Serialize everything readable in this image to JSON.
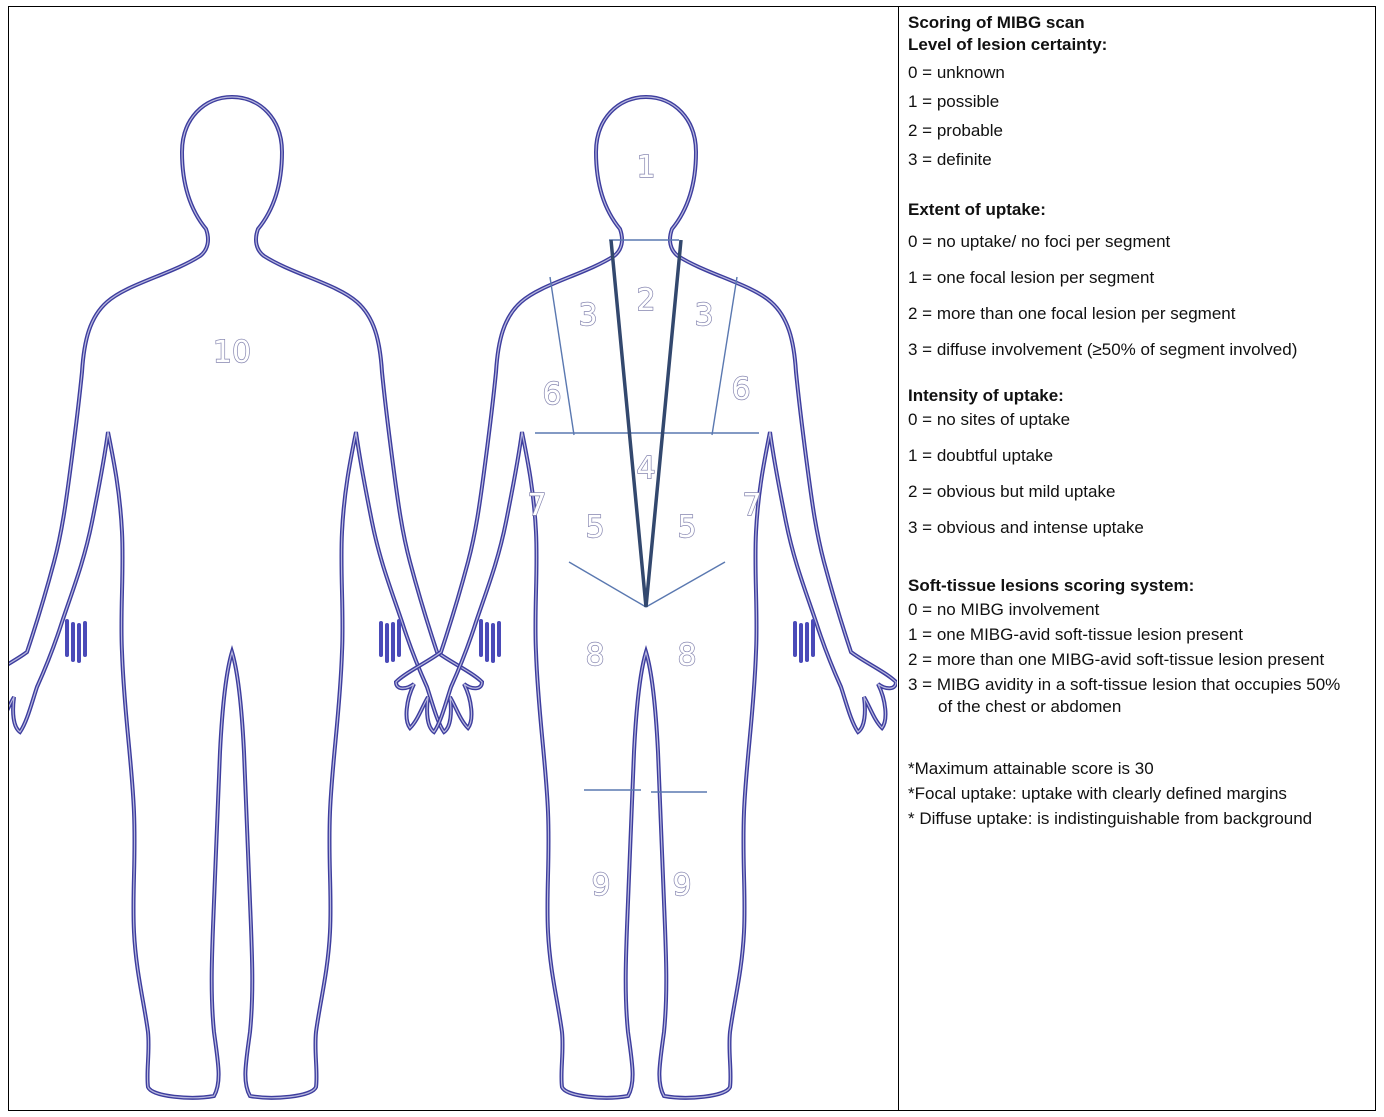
{
  "figure": {
    "front_label": "10",
    "back_labels": {
      "head": "1",
      "spine_upper": "2",
      "scapula_left": "3",
      "scapula_right": "3",
      "upper_arm_left": "6",
      "upper_arm_right": "6",
      "spine_lower": "4",
      "lower_arm_left": "7",
      "lower_arm_right": "7",
      "pelvis_left": "5",
      "pelvis_right": "5",
      "thigh_left": "8",
      "thigh_right": "8",
      "shin_left": "9",
      "shin_right": "9"
    },
    "colors": {
      "outline": "#3d3d9e",
      "segment_line": "#5a78b0",
      "spine": "#33486e",
      "label": "#8686b0"
    }
  },
  "panel": {
    "title": "Scoring of MIBG scan",
    "sections": [
      {
        "heading": "Level of lesion certainty:",
        "items": [
          "0 = unknown",
          "1 = possible",
          "2 = probable",
          "3 = definite"
        ]
      },
      {
        "heading": "Extent of uptake:",
        "items": [
          "0 = no uptake/ no foci per segment",
          "1 = one focal lesion per segment",
          "2 = more than one focal lesion per segment",
          "3 = diffuse involvement (≥50% of segment involved)"
        ]
      },
      {
        "heading": "Intensity of uptake:",
        "items": [
          "0 = no sites of uptake",
          "1 = doubtful uptake",
          "2 = obvious but mild uptake",
          "3 = obvious and intense uptake"
        ]
      },
      {
        "heading": "Soft-tissue lesions scoring system:",
        "items": [
          "0 = no MIBG involvement",
          "1 = one MIBG-avid soft-tissue lesion present",
          "2 = more than one MIBG-avid soft-tissue lesion present",
          "3 = MIBG avidity in a soft-tissue lesion that occupies 50% of the chest or abdomen"
        ]
      }
    ],
    "notes": [
      "*Maximum attainable score is 30",
      "*Focal uptake: uptake with clearly defined margins",
      "* Diffuse uptake: is indistinguishable from background"
    ]
  }
}
